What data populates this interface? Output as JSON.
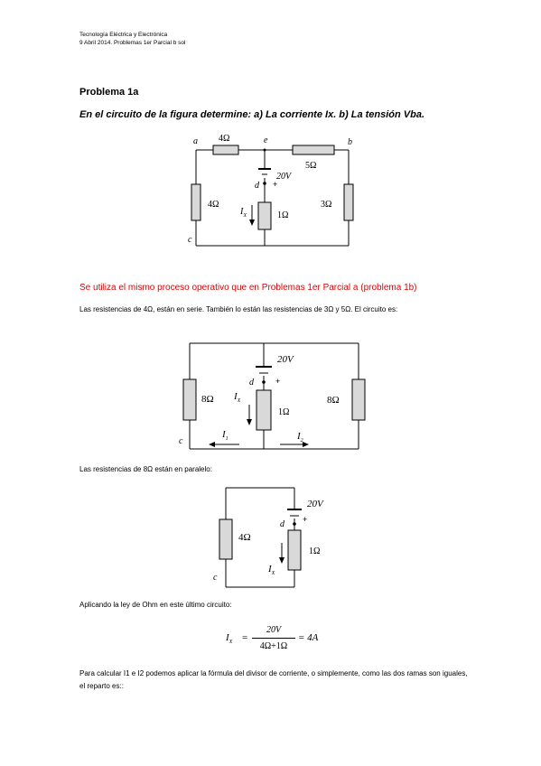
{
  "header": {
    "line1": "Tecnología Eléctrica y Electrónica",
    "line2": "9  Abril 2014. Problemas 1er Parcial b sol"
  },
  "problem": {
    "title": "Problema 1a",
    "question": "En el circuito de la figura determine: a) La corriente Ix. b) La tensión Vba."
  },
  "circuit1": {
    "node_a": "a",
    "node_e": "e",
    "node_b": "b",
    "node_c": "c",
    "node_d": "d",
    "r_top": "4Ω",
    "r_right_top": "5Ω",
    "r_left": "4Ω",
    "r_right": "3Ω",
    "r_middle": "1Ω",
    "source": "20V",
    "plus": "+",
    "current": "I",
    "current_sub": "X"
  },
  "note": "Se utiliza el mismo proceso operativo que en Problemas 1er Parcial a (problema 1b)",
  "para1": "Las resistencias de 4Ω,  están en serie. También lo están las resistencias de 3Ω y 5Ω. El circuito es:",
  "circuit2": {
    "node_c": "c",
    "node_d": "d",
    "r_left": "8Ω",
    "r_right": "8Ω",
    "r_middle": "1Ω",
    "source": "20V",
    "plus": "+",
    "current": "I",
    "current_sub": "X",
    "i1": "I",
    "i1_sub": "1",
    "i2": "I",
    "i2_sub": "2"
  },
  "para2": "Las resistencias de 8Ω están en paralelo:",
  "circuit3": {
    "node_c": "c",
    "node_d": "d",
    "r_left": "4Ω",
    "r_middle": "1Ω",
    "source": "20V",
    "plus": "+",
    "current": "I",
    "current_sub": "X"
  },
  "para3": "Aplicando la ley de Ohm en este último circuito:",
  "formula": {
    "lhs": "I",
    "lhs_sub": "X",
    "eq": "=",
    "numerator": "20V",
    "denominator": "4Ω+1Ω",
    "result": "= 4A"
  },
  "para4": "Para calcular I1 e I2 podemos aplicar la fórmula del divisor de corriente, o simplemente, como las dos ramas son iguales, el reparto es::"
}
